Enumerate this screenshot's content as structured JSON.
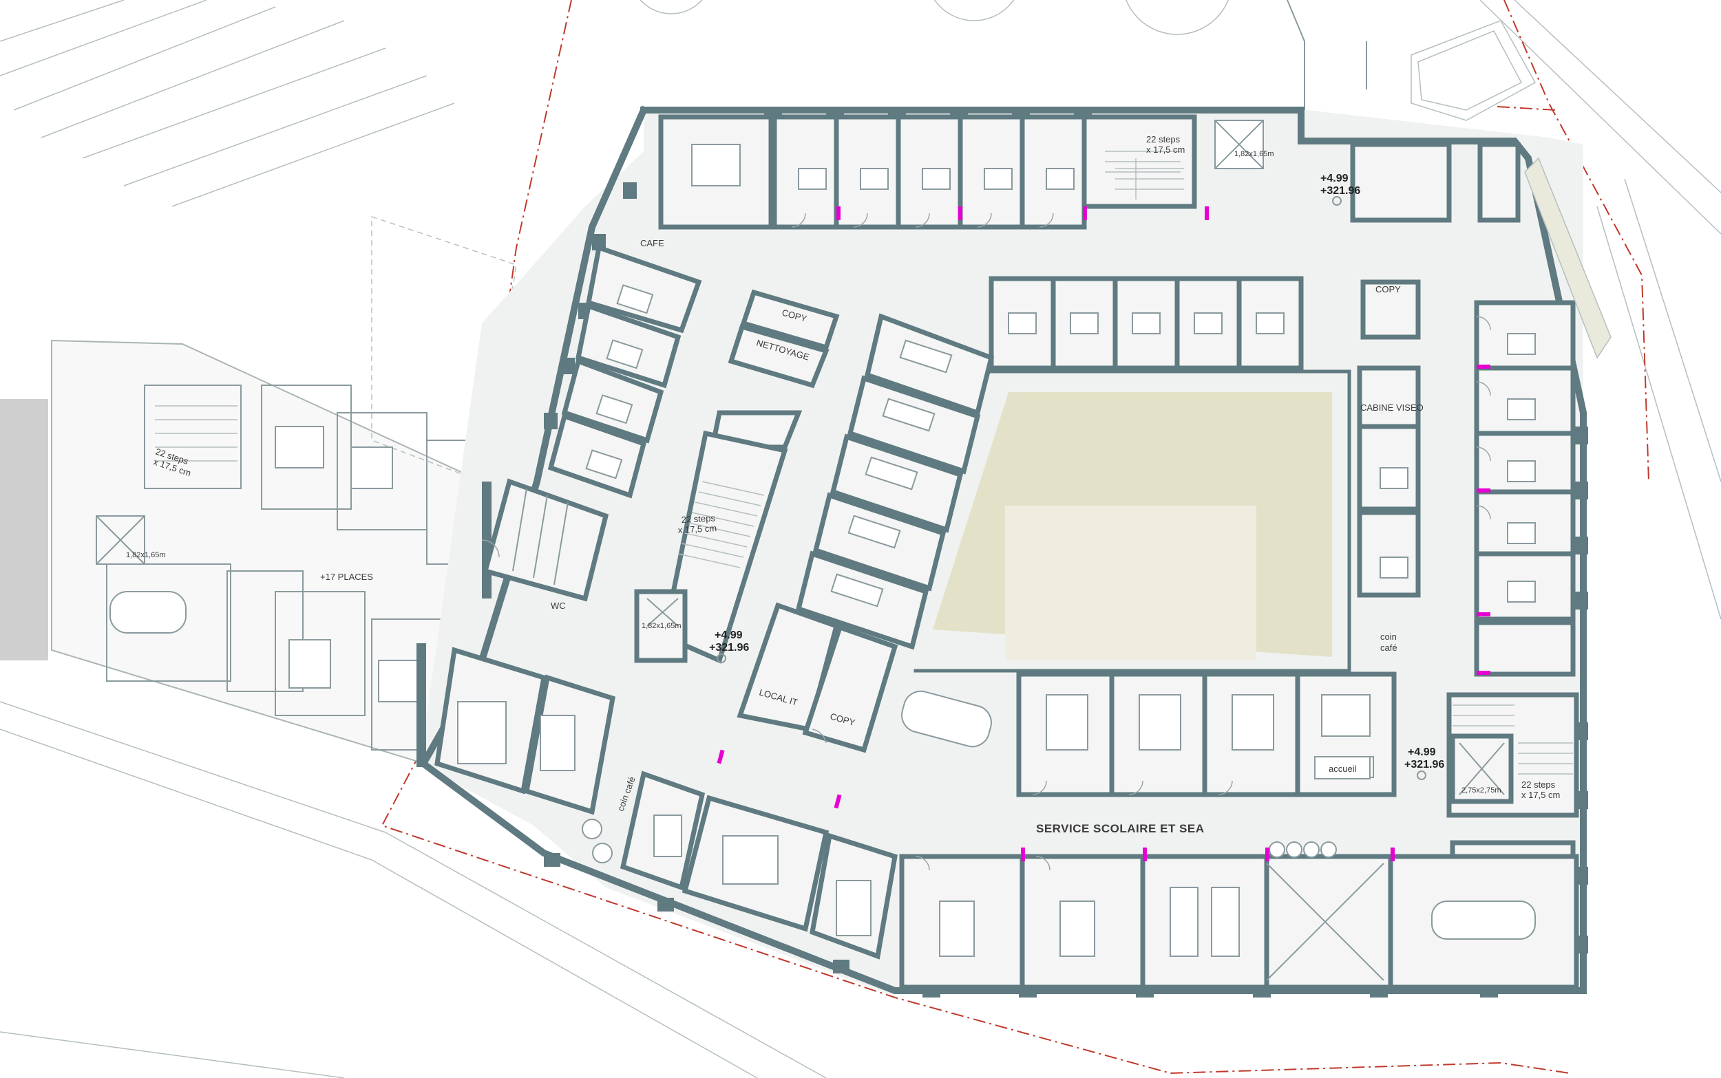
{
  "labels": {
    "cafe": "CAFE",
    "copy_top": "COPY",
    "nettoyage": "NETTOYAGE",
    "copy_right": "COPY",
    "cabine_video": "CABINE VISEO",
    "wc": "WC",
    "local_it": "LOCAL IT",
    "copy_bottom": "COPY",
    "coin_cafe_left": "coin café",
    "coin_cafe_right_1": "coin",
    "coin_cafe_right_2": "café",
    "accueil": "accueil",
    "service": "SERVICE SCOLAIRE ET SEA",
    "places": "+17 PLACES"
  },
  "stairs": {
    "steps_label": "22 steps",
    "step_size": "x 17,5 cm",
    "steps_left": "22 steps",
    "step_size_left": "x 17,5 cm"
  },
  "lifts": {
    "top": "1,82x1,65m",
    "center": "1,82x1,65m",
    "left": "1,82x1,65m",
    "right": "2,75x2,75m"
  },
  "levels": {
    "a_top": "+4.99",
    "a_bottom": "+321.96",
    "b_top": "+4.99",
    "b_bottom": "+321.96",
    "c_top": "+4.99",
    "c_bottom": "+321.96"
  },
  "colors": {
    "wall": "#5f7a80",
    "accent_door": "#e600d4",
    "property_line": "#c0392b",
    "patio": "#e3e2c8"
  }
}
